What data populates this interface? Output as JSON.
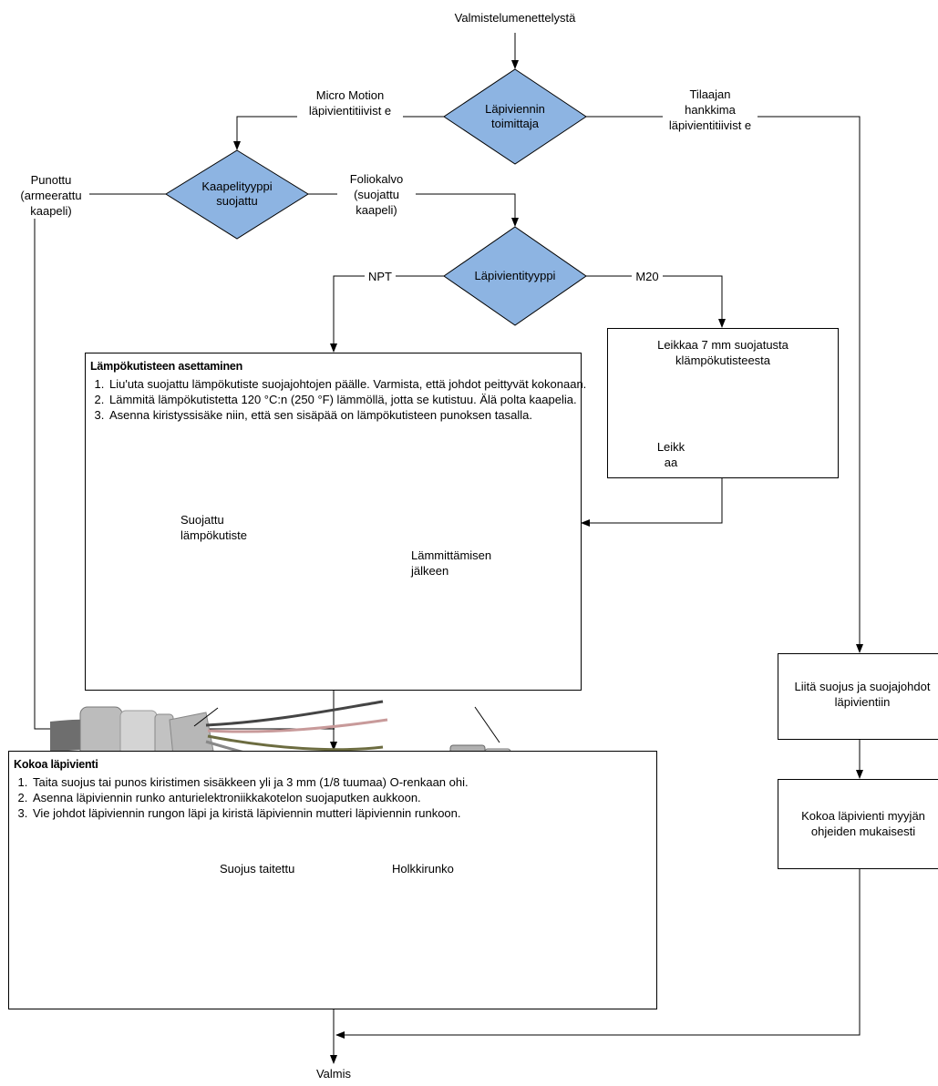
{
  "start_label": "Valmistelumenettelystä",
  "end_label": "Valmis",
  "decision_supplier": {
    "label": "Läpiviennin toimittaja"
  },
  "branch_micro_motion": "Micro Motion läpivientitiivist e",
  "branch_customer": "Tilaajan hankkima läpivientitiivist e",
  "decision_cable": {
    "label": "Kaapelityyppi suojattu"
  },
  "branch_braided": "Punottu (armeerattu kaapeli)",
  "branch_foil": "Foliokalvo (suojattu kaapeli)",
  "decision_gland": {
    "label": "Läpivientityyppi"
  },
  "branch_npt": "NPT",
  "branch_m20": "M20",
  "box_m20": {
    "title": "Leikkaa 7 mm suojatusta klämpökutisteesta",
    "cut_label": "Leikk aa"
  },
  "box_heatshrink": {
    "title": "Lämpökutisteen asettaminen",
    "steps": [
      "Liu'uta suojattu lämpökutiste suojajohtojen päälle. Varmista, että johdot peittyvät kokonaan.",
      "Lämmitä lämpökutistetta 120 °C:n (250 °F) lämmöllä, jotta se kutistuu. Älä polta kaapelia.",
      "Asenna kiristyssisäke niin, että sen sisäpää on lämpökutisteen punoksen tasalla."
    ],
    "label_shielded": "Suojattu lämpökutiste",
    "label_after": "Lämmittämisen jälkeen"
  },
  "box_assemble": {
    "title": "Kokoa läpivienti",
    "steps": [
      "Taita suojus tai punos kiristimen sisäkkeen yli ja 3 mm (1/8 tuumaa) O-renkaan ohi.",
      "Asenna läpiviennin runko anturielektroniikkakotelon suojaputken aukkoon.",
      "Vie johdot läpiviennin rungon läpi ja kiristä läpiviennin mutteri läpiviennin runkoon."
    ],
    "label_folded": "Suojus taitettu",
    "label_body": "Holkkirunko"
  },
  "box_attach": {
    "label": "Liitä suojus ja suojajohdot läpivientiin"
  },
  "box_vendor": {
    "label": "Kokoa läpivienti myyjän ohjeiden mukaisesti"
  },
  "colors": {
    "decision_fill": "#8db4e2",
    "line": "#000000"
  }
}
